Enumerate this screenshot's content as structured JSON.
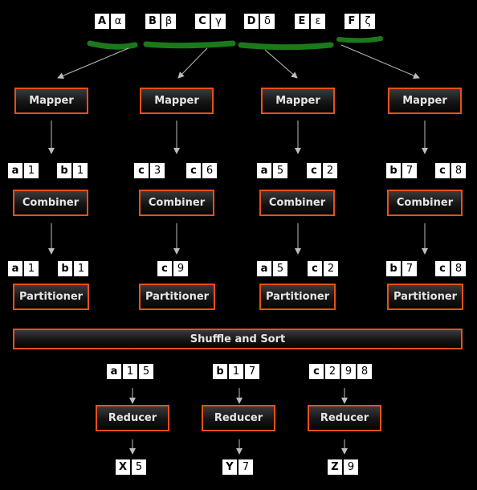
{
  "inputs": [
    {
      "key": "A",
      "value": "α"
    },
    {
      "key": "B",
      "value": "β"
    },
    {
      "key": "C",
      "value": "γ"
    },
    {
      "key": "D",
      "value": "δ"
    },
    {
      "key": "E",
      "value": "ε"
    },
    {
      "key": "F",
      "value": "ζ"
    }
  ],
  "mappers": [
    "Mapper",
    "Mapper",
    "Mapper",
    "Mapper"
  ],
  "mapper_outputs": [
    {
      "key": "a",
      "values": [
        "1"
      ]
    },
    {
      "key": "b",
      "values": [
        "1"
      ]
    },
    {
      "key": "c",
      "values": [
        "3"
      ]
    },
    {
      "key": "c",
      "values": [
        "6"
      ]
    },
    {
      "key": "a",
      "values": [
        "5"
      ]
    },
    {
      "key": "c",
      "values": [
        "2"
      ]
    },
    {
      "key": "b",
      "values": [
        "7"
      ]
    },
    {
      "key": "c",
      "values": [
        "8"
      ]
    }
  ],
  "combiners": [
    "Combiner",
    "Combiner",
    "Combiner",
    "Combiner"
  ],
  "combiner_outputs": [
    {
      "key": "a",
      "values": [
        "1"
      ]
    },
    {
      "key": "b",
      "values": [
        "1"
      ]
    },
    {
      "key": "c",
      "values": [
        "9"
      ]
    },
    {
      "key": "a",
      "values": [
        "5"
      ]
    },
    {
      "key": "c",
      "values": [
        "2"
      ]
    },
    {
      "key": "b",
      "values": [
        "7"
      ]
    },
    {
      "key": "c",
      "values": [
        "8"
      ]
    }
  ],
  "partitioners": [
    "Partitioner",
    "Partitioner",
    "Partitioner",
    "Partitioner"
  ],
  "shuffle_label": "Shuffle and Sort",
  "reducer_inputs": [
    {
      "key": "a",
      "values": [
        "1",
        "5"
      ]
    },
    {
      "key": "b",
      "values": [
        "1",
        "7"
      ]
    },
    {
      "key": "c",
      "values": [
        "2",
        "9",
        "8"
      ]
    }
  ],
  "reducers": [
    "Reducer",
    "Reducer",
    "Reducer"
  ],
  "outputs": [
    {
      "key": "X",
      "values": [
        "5"
      ]
    },
    {
      "key": "Y",
      "values": [
        "7"
      ]
    },
    {
      "key": "Z",
      "values": [
        "9"
      ]
    }
  ],
  "colors": {
    "accent": "#e8501a",
    "highlight": "#1a7a1a",
    "box_text": "#e6e6e6"
  }
}
